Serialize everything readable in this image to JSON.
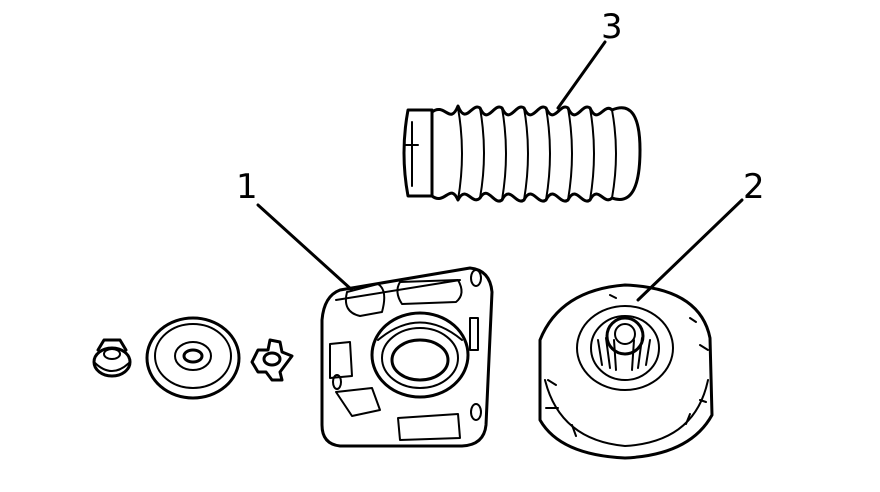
{
  "callouts": [
    {
      "id": "1",
      "label": "1"
    },
    {
      "id": "2",
      "label": "2"
    },
    {
      "id": "3",
      "label": "3"
    }
  ],
  "parts": [
    {
      "callout": "1",
      "name": "strut-mount-plate-icon"
    },
    {
      "callout": "2",
      "name": "strut-bearing-mount-icon"
    },
    {
      "callout": "3",
      "name": "dust-boot-bellows-icon"
    },
    {
      "callout": "",
      "name": "flange-nut-icon"
    },
    {
      "callout": "",
      "name": "cup-washer-icon"
    },
    {
      "callout": "",
      "name": "star-nut-icon"
    }
  ],
  "colors": {
    "line": "#000000",
    "background": "#ffffff"
  }
}
